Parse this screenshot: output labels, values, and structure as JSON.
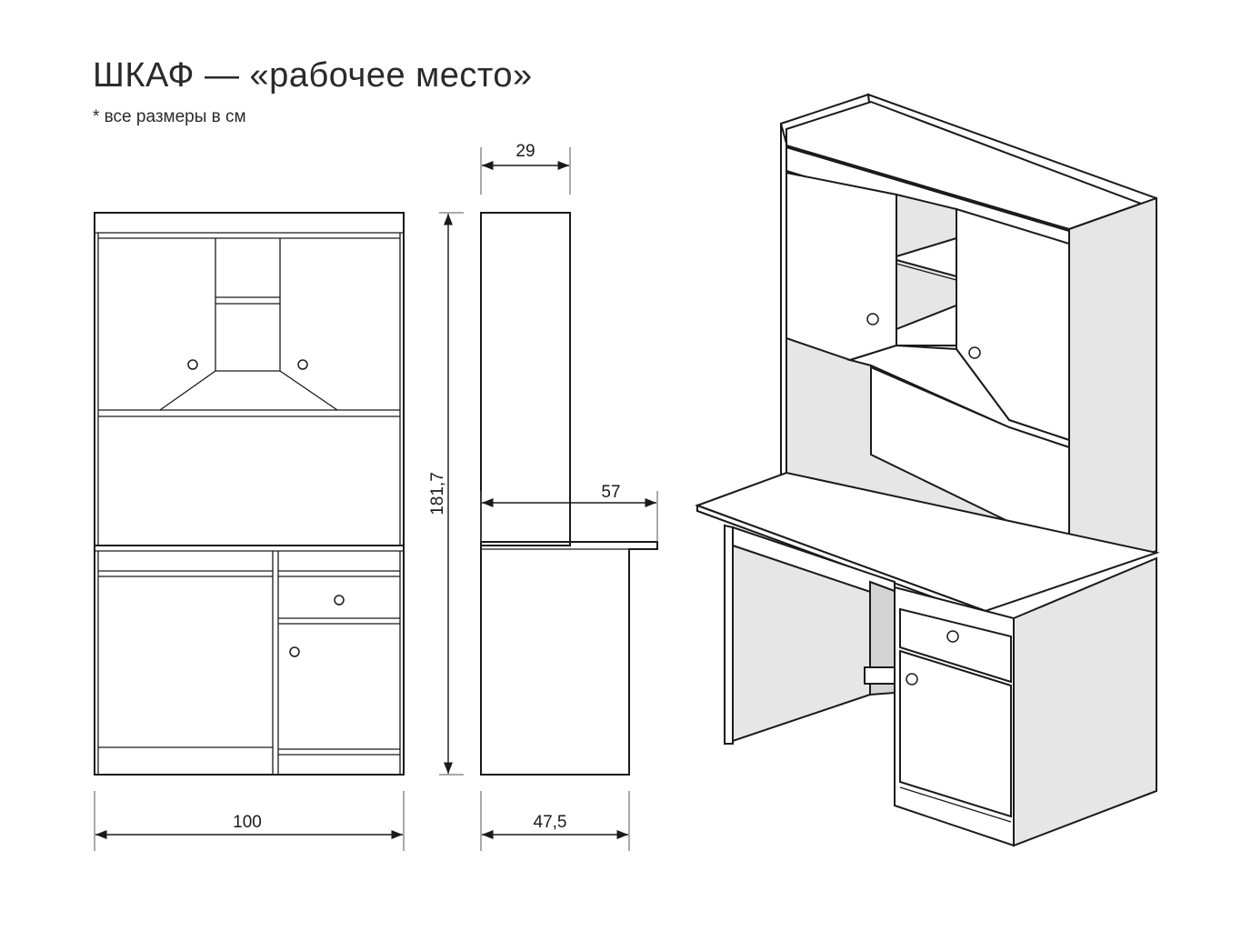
{
  "title": "ШКАФ — «рабочее место»",
  "note": "* все размеры в см",
  "dimensions": {
    "width": "100",
    "height": "181,7",
    "top_depth": "29",
    "desk_depth": "57",
    "base_depth": "47,5"
  }
}
